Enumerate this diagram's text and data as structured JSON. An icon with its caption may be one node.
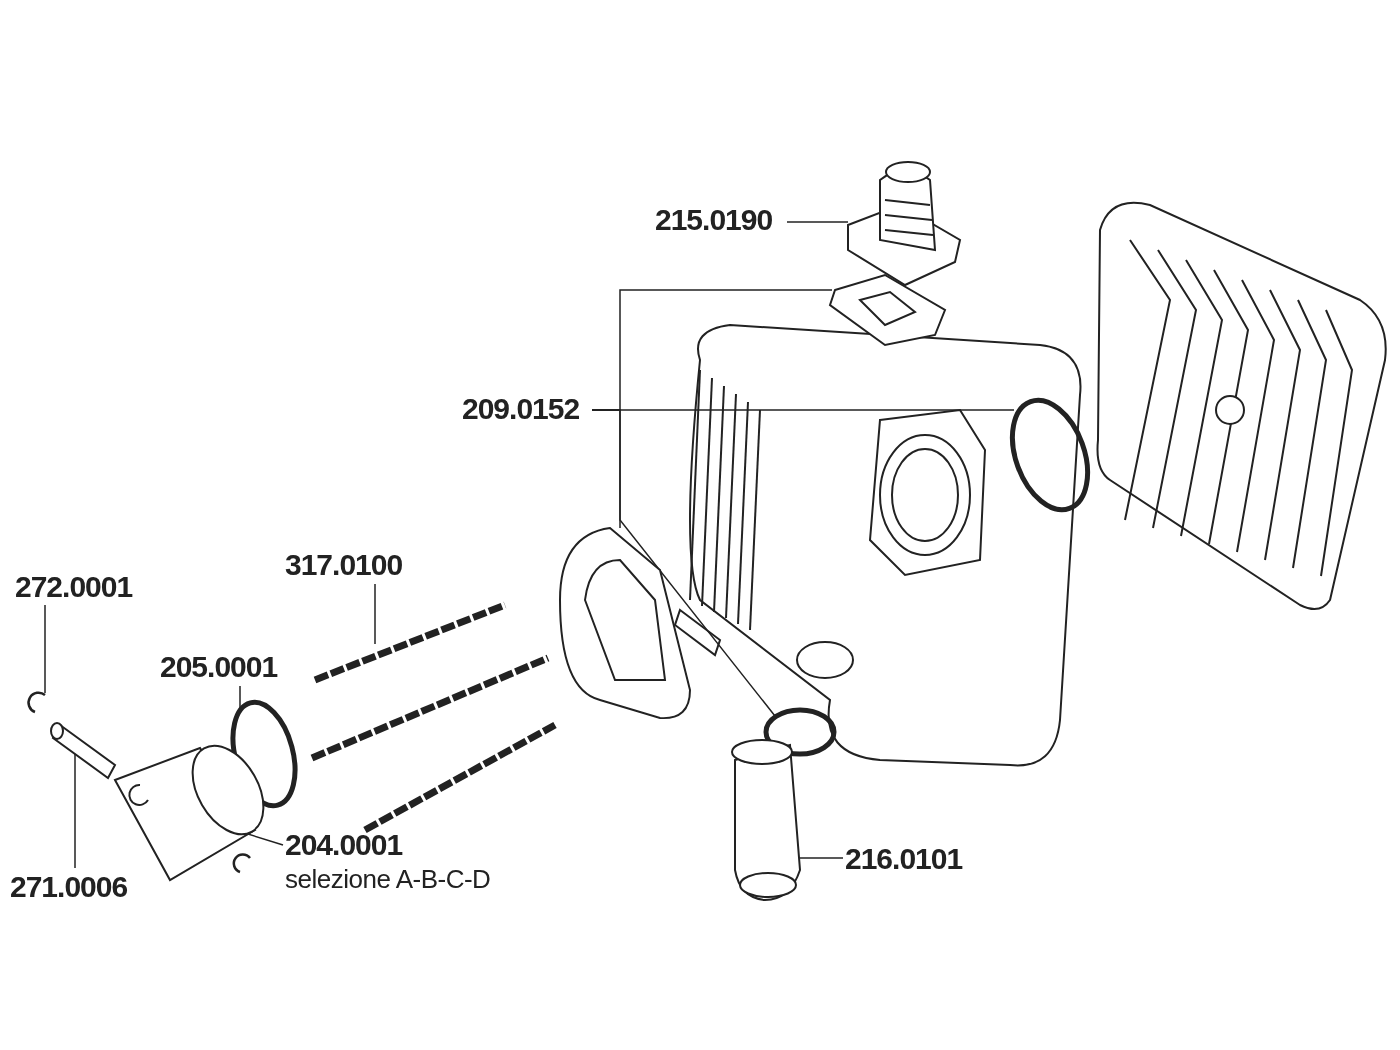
{
  "diagram": {
    "nodes": [
      {
        "text": [
          "215.0190"
        ]
      },
      {
        "text": [],
        "shape": "picture"
      },
      {
        "text": [
          "209.0152"
        ]
      },
      {
        "text": [],
        "shape": "picture"
      },
      {
        "text": [],
        "shape": "circle"
      },
      {
        "text": [],
        "shape": "picture"
      },
      {
        "text": [],
        "shape": "circle"
      },
      {
        "text": [
          "317.0100"
        ]
      },
      {
        "text": [],
        "shape": "picture"
      },
      {
        "text": [
          "272.0001"
        ]
      },
      {
        "text": [],
        "shape": "picture"
      },
      {
        "text": [
          "205.0001"
        ]
      },
      {
        "text": [],
        "shape": "circle"
      },
      {
        "text": [
          "271.0006"
        ]
      },
      {
        "text": [],
        "shape": "picture"
      },
      {
        "text": [
          "204.0001",
          "selezione A-B-C-D"
        ]
      },
      {
        "text": [],
        "shape": "picture"
      },
      {
        "text": [
          "216.0101"
        ]
      },
      {
        "text": [],
        "shape": "picture"
      }
    ],
    "edges": [
      {
        "from": 0,
        "to": 1,
        "arrow": "none"
      },
      {
        "from": 2,
        "to": 3,
        "arrow": "none"
      },
      {
        "from": 2,
        "to": 4,
        "arrow": "none"
      },
      {
        "from": 2,
        "to": 5,
        "arrow": "none"
      },
      {
        "from": 2,
        "to": 6,
        "arrow": "none"
      },
      {
        "from": 7,
        "to": 8,
        "arrow": "none"
      },
      {
        "from": 9,
        "to": 10,
        "arrow": "none"
      },
      {
        "from": 11,
        "to": 12,
        "arrow": "none"
      },
      {
        "from": 13,
        "to": 14,
        "arrow": "none"
      },
      {
        "from": 15,
        "to": 16,
        "arrow": "none"
      },
      {
        "from": 17,
        "to": 18,
        "arrow": "none"
      }
    ]
  }
}
